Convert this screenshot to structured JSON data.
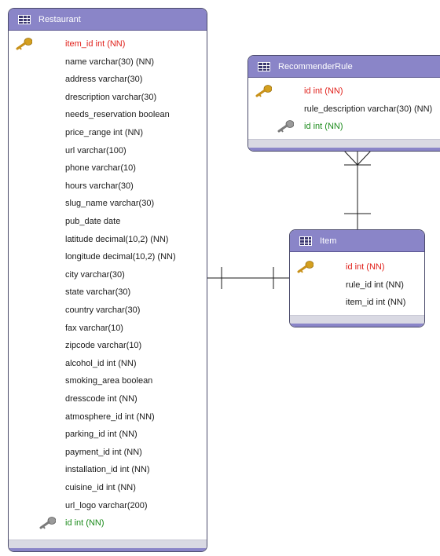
{
  "diagram": {
    "tables": [
      {
        "id": "restaurant",
        "name": "Restaurant",
        "columns": [
          {
            "label": "item_id int (NN)",
            "kind": "pk",
            "icon": "key-icon"
          },
          {
            "label": "name varchar(30) (NN)",
            "kind": "plain"
          },
          {
            "label": "address varchar(30)",
            "kind": "plain"
          },
          {
            "label": "drescription varchar(30)",
            "kind": "plain"
          },
          {
            "label": "needs_reservation boolean",
            "kind": "plain"
          },
          {
            "label": "price_range int (NN)",
            "kind": "plain"
          },
          {
            "label": "url varchar(100)",
            "kind": "plain"
          },
          {
            "label": "phone varchar(10)",
            "kind": "plain"
          },
          {
            "label": "hours varchar(30)",
            "kind": "plain"
          },
          {
            "label": "slug_name varchar(30)",
            "kind": "plain"
          },
          {
            "label": "pub_date date",
            "kind": "plain"
          },
          {
            "label": "latitude decimal(10,2) (NN)",
            "kind": "plain"
          },
          {
            "label": "longitude decimal(10,2) (NN)",
            "kind": "plain"
          },
          {
            "label": "city varchar(30)",
            "kind": "plain"
          },
          {
            "label": "state varchar(30)",
            "kind": "plain"
          },
          {
            "label": "country varchar(30)",
            "kind": "plain"
          },
          {
            "label": "fax varchar(10)",
            "kind": "plain"
          },
          {
            "label": "zipcode varchar(10)",
            "kind": "plain"
          },
          {
            "label": "alcohol_id int (NN)",
            "kind": "plain"
          },
          {
            "label": "smoking_area boolean",
            "kind": "plain"
          },
          {
            "label": "dresscode int (NN)",
            "kind": "plain"
          },
          {
            "label": "atmosphere_id int (NN)",
            "kind": "plain"
          },
          {
            "label": "parking_id int (NN)",
            "kind": "plain"
          },
          {
            "label": "payment_id int (NN)",
            "kind": "plain"
          },
          {
            "label": "installation_id int (NN)",
            "kind": "plain"
          },
          {
            "label": "cuisine_id int (NN)",
            "kind": "plain"
          },
          {
            "label": "url_logo varchar(200)",
            "kind": "plain"
          },
          {
            "label": "id int (NN)",
            "kind": "fk",
            "icon": "foreign-key-icon"
          }
        ]
      },
      {
        "id": "recommenderrule",
        "name": "RecommenderRule",
        "columns": [
          {
            "label": "id int (NN)",
            "kind": "pk",
            "icon": "key-icon"
          },
          {
            "label": "rule_description varchar(30) (NN)",
            "kind": "plain"
          },
          {
            "label": "id int (NN)",
            "kind": "fk",
            "icon": "foreign-key-icon"
          }
        ]
      },
      {
        "id": "item",
        "name": "Item",
        "columns": [
          {
            "label": "id int (NN)",
            "kind": "pk",
            "icon": "key-icon"
          },
          {
            "label": "rule_id int (NN)",
            "kind": "plain"
          },
          {
            "label": "item_id int (NN)",
            "kind": "plain"
          }
        ]
      }
    ],
    "colors": {
      "header": "#8a85c8",
      "primary_key_text": "#e0201a",
      "foreign_key_text": "#1a8a1a",
      "key_gold": "#d4a020",
      "key_gray": "#8a8a8a"
    }
  }
}
